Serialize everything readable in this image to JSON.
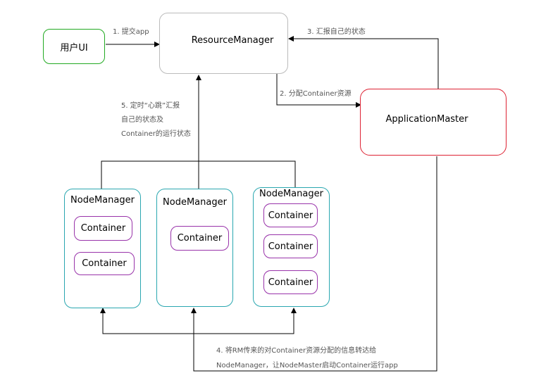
{
  "nodes": {
    "client": "用户UI",
    "resource_manager": "ResourceManager",
    "app_master": "ApplicationMaster",
    "nm1": {
      "title": "NodeManager",
      "containers": [
        "Container",
        "Container"
      ]
    },
    "nm2": {
      "title": "NodeManager",
      "containers": [
        "Container"
      ]
    },
    "nm3": {
      "title": "NodeManager",
      "containers": [
        "Container",
        "Container",
        "Container"
      ]
    }
  },
  "edges": {
    "submit": "1. 提交app",
    "allocate": "2. 分配Container资源",
    "report": "3. 汇报自己的状态",
    "launch_line1": "4. 将RM传来的对Container资源分配的信息转达给",
    "launch_line2": "NodeManager，让NodeMaster启动Container运行app",
    "heartbeat_line1": "5. 定时“心跳”汇报",
    "heartbeat_line2": "自己的状态及",
    "heartbeat_line3": "Container的运行状态"
  },
  "colors": {
    "client_border": "#22aa22",
    "rm_border": "#bbbbbb",
    "am_border": "#dd2233",
    "nm_border": "#2aa7b0",
    "container_border": "#9933aa",
    "edge": "#000000"
  }
}
